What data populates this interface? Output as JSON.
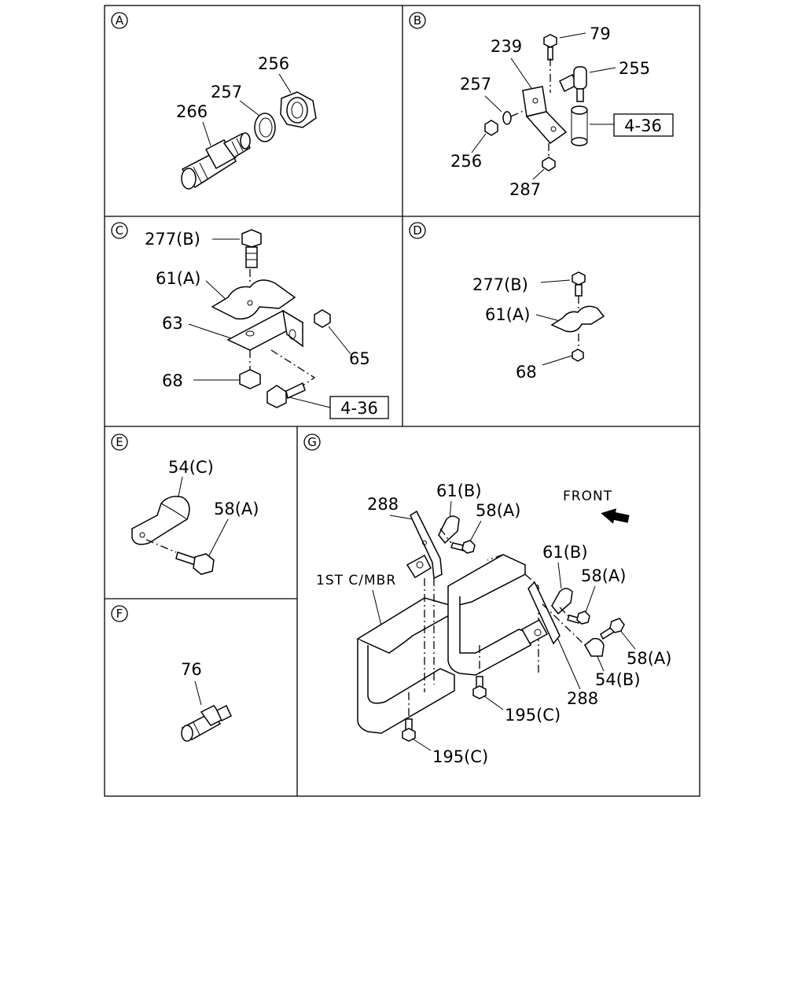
{
  "panels": {
    "A": {
      "letter": "A",
      "labels": {
        "p256": "256",
        "p257": "257",
        "p266": "266"
      }
    },
    "B": {
      "letter": "B",
      "labels": {
        "p79": "79",
        "p239": "239",
        "p255": "255",
        "p257": "257",
        "p256": "256",
        "p287": "287",
        "ref": "4-36"
      }
    },
    "C": {
      "letter": "C",
      "labels": {
        "p277": "277(B)",
        "p61": "61(A)",
        "p63": "63",
        "p65": "65",
        "p68": "68",
        "ref": "4-36"
      }
    },
    "D": {
      "letter": "D",
      "labels": {
        "p277": "277(B)",
        "p61": "61(A)",
        "p68": "68"
      }
    },
    "E": {
      "letter": "E",
      "labels": {
        "p54": "54(C)",
        "p58": "58(A)"
      }
    },
    "F": {
      "letter": "F",
      "labels": {
        "p76": "76"
      }
    },
    "G": {
      "letter": "G",
      "labels": {
        "front": "FRONT",
        "member": "1ST C/MBR",
        "p288a": "288",
        "p61a": "61(B)",
        "p58a": "58(A)",
        "p61b": "61(B)",
        "p58b": "58(A)",
        "p58c": "58(A)",
        "p54": "54(B)",
        "p288b": "288",
        "p195a": "195(C)",
        "p195b": "195(C)"
      }
    }
  }
}
